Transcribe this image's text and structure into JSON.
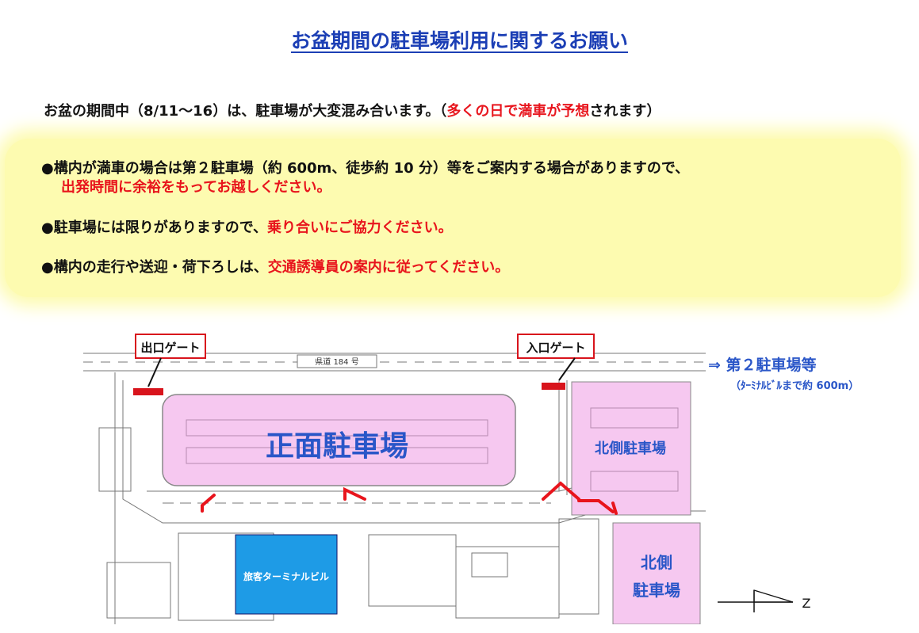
{
  "title": "お盆期間の駐車場利用に関するお願い",
  "intro": {
    "part1": "お盆の期間中（8/11～16）は、駐車場が大変混み合います。（",
    "highlight": "多くの日で満車が予想",
    "part2": "されます）"
  },
  "notices": [
    {
      "line1": "●構内が満車の場合は第２駐車場（約 600m、徒歩約 10 分）等をご案内する場合がありますので、",
      "line2_red": "出発時間に余裕をもってお越しください。"
    },
    {
      "text": "●駐車場には限りがありますので、",
      "red": "乗り合いにご協力ください。"
    },
    {
      "text": "●構内の走行や送迎・荷下ろしは、",
      "red": "交通誘導員の案内に従ってください。"
    }
  ],
  "map": {
    "exit_gate": "出口ゲート",
    "entrance_gate": "入口ゲート",
    "road_label": "県道 184 号",
    "front_parking": "正面駐車場",
    "north_parking": "北側駐車場",
    "north_parking_2a": "北側",
    "north_parking_2b": "駐車場",
    "terminal": "旅客ターミナルビル",
    "second_parking": "⇒ 第２駐車場等",
    "second_parking_note": "（ﾀｰﾐﾅﾙﾋﾞﾙまで約 600m）",
    "compass_letter": "Z"
  },
  "colors": {
    "title": "#1c3fb5",
    "red": "#e8141c",
    "notice_bg": "#fdfbb0",
    "parking_fill": "#f6c8f0",
    "terminal_fill": "#1e9be6",
    "label_blue": "#2a56c8",
    "gate_red": "#d8141c"
  }
}
